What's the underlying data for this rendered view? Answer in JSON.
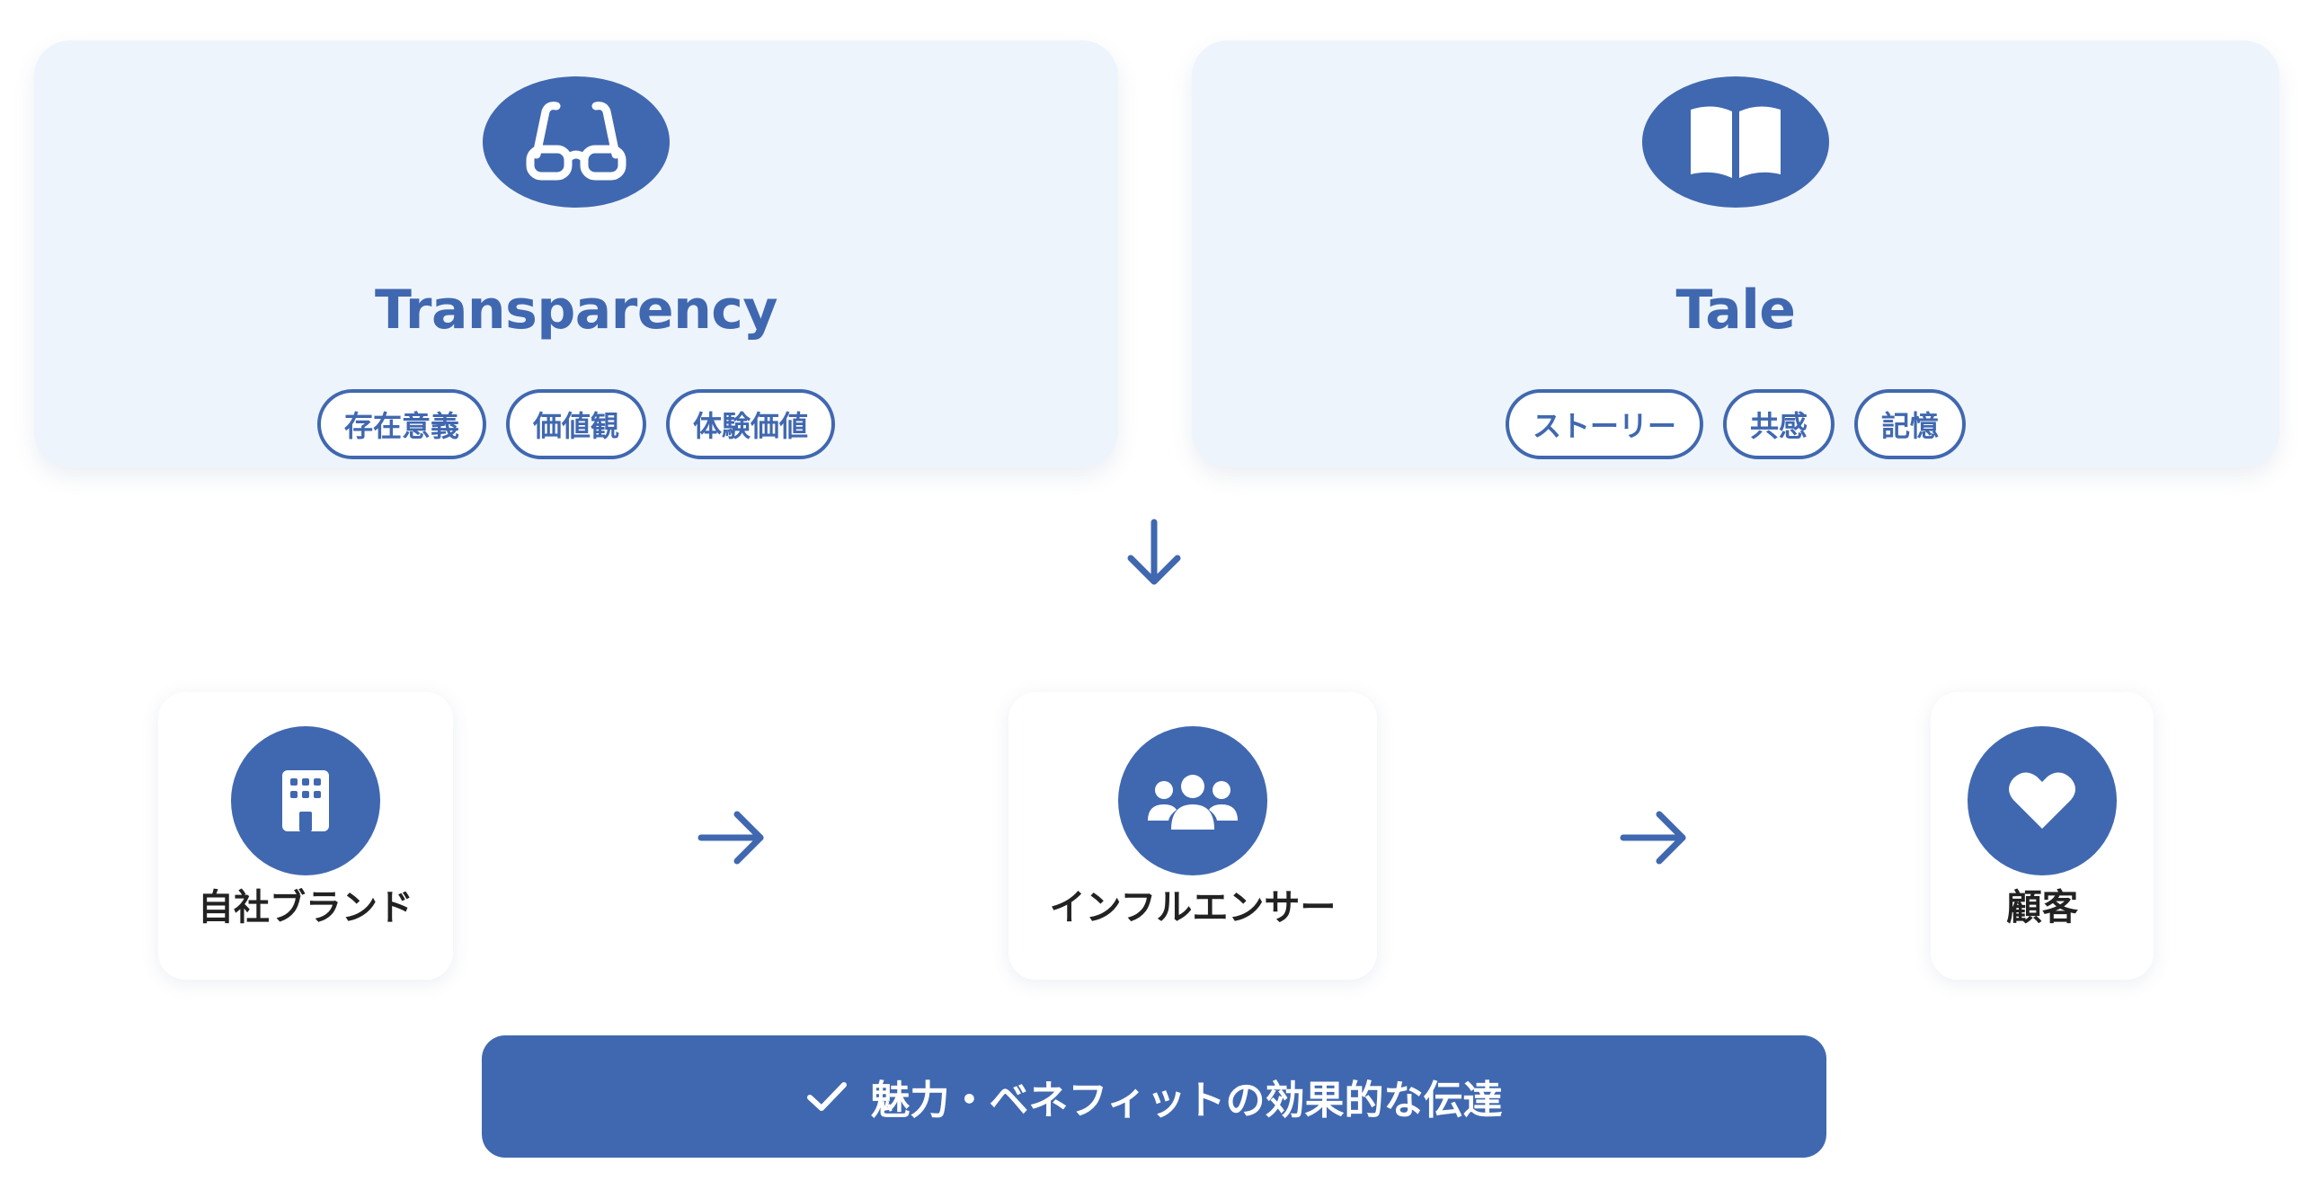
{
  "top_cards": [
    {
      "title": "Transparency",
      "icon": "glasses-icon",
      "tags": [
        "存在意義",
        "価値観",
        "体験価値"
      ]
    },
    {
      "title": "Tale",
      "icon": "open-book-icon",
      "tags": [
        "ストーリー",
        "共感",
        "記憶"
      ]
    }
  ],
  "flow": {
    "nodes": [
      {
        "label": "自社ブランド",
        "icon": "building-icon"
      },
      {
        "label": "インフルエンサー",
        "icon": "people-group-icon"
      },
      {
        "label": "顧客",
        "icon": "heart-icon"
      }
    ]
  },
  "banner": {
    "icon": "check-icon",
    "text": "魅力・ベネフィットの効果的な伝達"
  },
  "colors": {
    "accent": "#4068b0",
    "card_bg": "#eef4fb",
    "label_text": "#222222"
  }
}
